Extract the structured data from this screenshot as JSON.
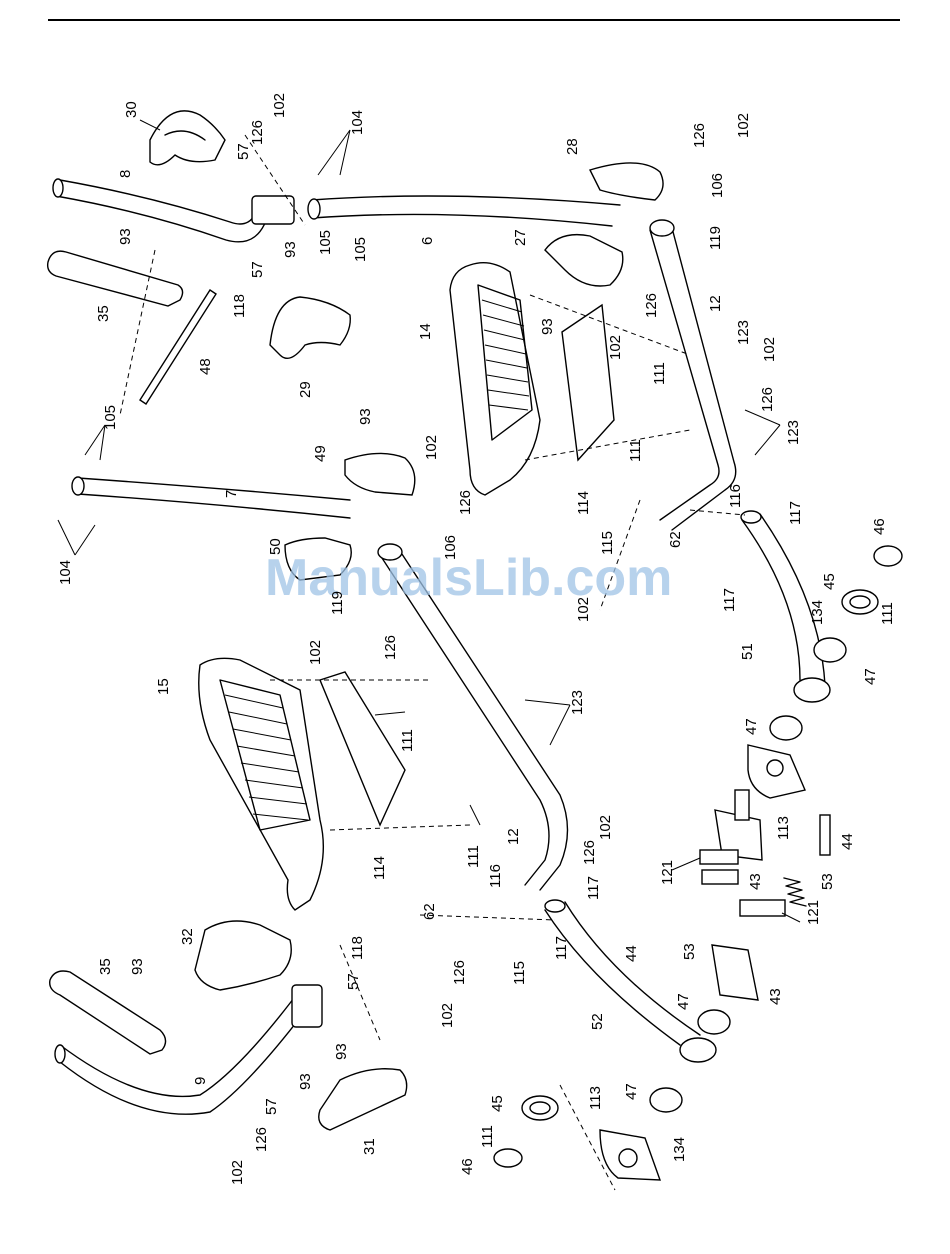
{
  "watermark": "ManualsLib.com",
  "callouts": {
    "c30": "30",
    "c102a": "102",
    "c126a": "126",
    "c57a": "57",
    "c104a": "104",
    "c8": "8",
    "c93a": "93",
    "c57b": "57",
    "c105a": "105",
    "c6": "6",
    "c93b": "93",
    "c35a": "35",
    "c118a": "118",
    "c48": "48",
    "c29": "29",
    "c28": "28",
    "c126b": "126",
    "c102b": "102",
    "c106a": "106",
    "c119a": "119",
    "c27": "27",
    "c93c": "93",
    "c126c": "126",
    "c12a": "12",
    "c14": "14",
    "c102c": "102",
    "c111a": "111",
    "c123a": "123",
    "c102d": "102",
    "c126d": "126",
    "c111b": "111",
    "c123b": "123",
    "c114a": "114",
    "c105b": "105",
    "c93d": "93",
    "c49": "49",
    "c102e": "102",
    "c7": "7",
    "c126e": "126",
    "c106b": "106",
    "c104b": "104",
    "c50": "50",
    "c115a": "115",
    "c62a": "62",
    "c116a": "116",
    "c117a": "117",
    "c117b": "117",
    "c102f": "102",
    "c46a": "46",
    "c45a": "45",
    "c134a": "134",
    "c111c": "111",
    "c51": "51",
    "c47a": "47",
    "c119b": "119",
    "c126f": "126",
    "c102g": "102",
    "c15": "15",
    "c111d": "111",
    "c123c": "123",
    "c47b": "47",
    "c113a": "113",
    "c111e": "111",
    "c102h": "102",
    "c126g": "126",
    "c12b": "12",
    "c114b": "114",
    "c44a": "44",
    "c53a": "53",
    "c121a": "121",
    "c43a": "43",
    "c116b": "116",
    "c62b": "62",
    "c117c": "117",
    "c117d": "117",
    "c115b": "115",
    "c126h": "126",
    "c102i": "102",
    "c44b": "44",
    "c53b": "53",
    "c121b": "121",
    "c43b": "43",
    "c47c": "47",
    "c52": "52",
    "c32": "32",
    "c118b": "118",
    "c57c": "57",
    "c35b": "35",
    "c93e": "93",
    "c93f": "93",
    "c93g": "93",
    "c9": "9",
    "c57d": "57",
    "c126i": "126",
    "c102j": "102",
    "c31": "31",
    "c45b": "45",
    "c111f": "111",
    "c46b": "46",
    "c113b": "113",
    "c47d": "47",
    "c134b": "134"
  }
}
